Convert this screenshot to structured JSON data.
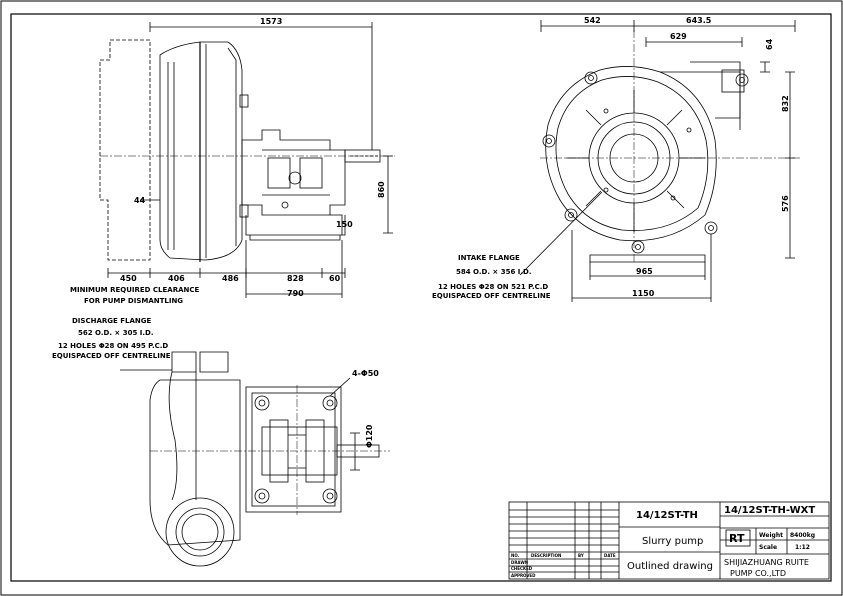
{
  "views": {
    "side": {
      "dims": {
        "overall": "1573",
        "d44": "44",
        "d860": "860",
        "d150": "150",
        "d450": "450",
        "d406": "406",
        "d486": "486",
        "d828": "828",
        "d60": "60",
        "d790": "790"
      },
      "note_clearance_1": "MINIMUM REQUIRED CLEARANCE",
      "note_clearance_2": "FOR PUMP DISMANTLING"
    },
    "front": {
      "dims": {
        "d542": "542",
        "d643": "643.5",
        "d629": "629",
        "d64": "64",
        "d832": "832",
        "d576": "576",
        "d965": "965",
        "d1150": "1150"
      }
    },
    "plan": {
      "dims": {
        "holes": "4-Φ50",
        "shaft": "Φ120"
      }
    }
  },
  "intake_flange": {
    "title": "INTAKE FLANGE",
    "size": "584 O.D. × 356 I.D.",
    "holes": "12 HOLES Φ28 ON 521 P.C.D",
    "spacing": "EQUISPACED OFF CENTRELINE"
  },
  "discharge_flange": {
    "title": "DISCHARGE FLANGE",
    "size": "562 O.D. × 305 I.D.",
    "holes": "12 HOLES Φ28 ON 495 P.C.D",
    "spacing": "EQUISPACED OFF CENTRELINE"
  },
  "title_block": {
    "model": "14/12ST-TH",
    "product": "Slurry pump",
    "drawing_type": "Outlined drawing",
    "drawing_no": "14/12ST-TH-WXT",
    "logo": "RT",
    "weight_label": "Weight",
    "weight_value": "8400kg",
    "scale_label": "Scale",
    "scale_value": "1:12",
    "company_1": "SHIJIAZHUANG RUITE",
    "company_2": "PUMP CO.,LTD",
    "rev_headers": [
      "NO.",
      "DESCRIPTION",
      "BY",
      "DATE"
    ],
    "sign_labels": [
      "DRAWN",
      "CHECKED",
      "APPROVED"
    ]
  }
}
